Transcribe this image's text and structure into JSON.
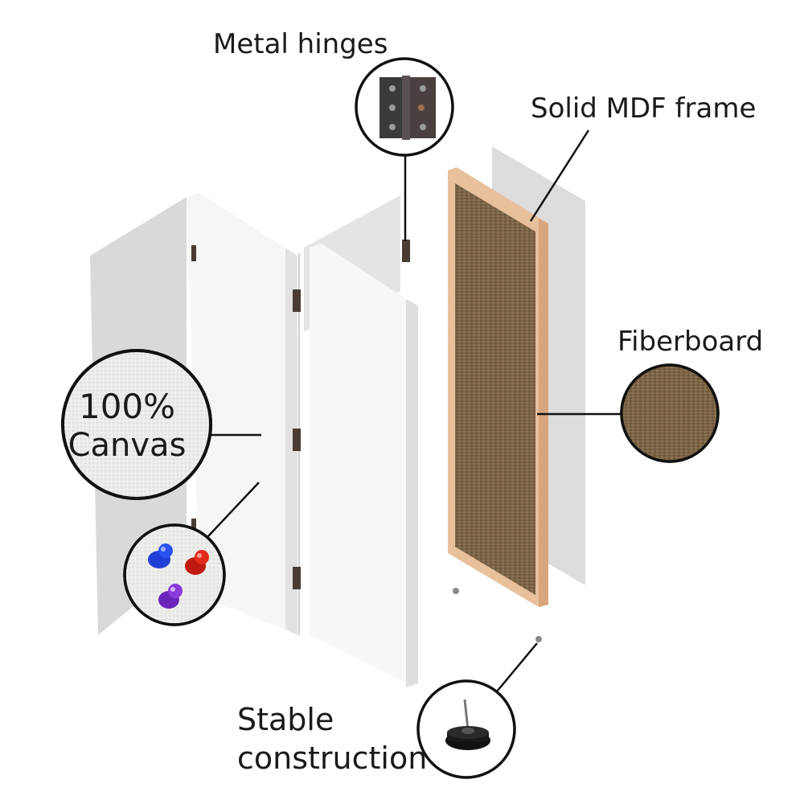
{
  "labels": {
    "metal_hinges": "Metal hinges",
    "solid_mdf_frame": "Solid MDF frame",
    "fiberboard": "Fiberboard",
    "canvas_percent": "100%",
    "canvas_word": "Canvas",
    "stable": "Stable",
    "construction": "construction"
  },
  "colors": {
    "panel_white": "#f7f7f7",
    "panel_shadow": "#d8d8d8",
    "backing_grey": "#dcdcdc",
    "mdf_frame": "#e8c09c",
    "fiberboard": "#7d6547",
    "hinge_dark": "#4a3c33",
    "callout_border": "#111111",
    "pin_blue": "#1f3fd6",
    "pin_red": "#d41e12",
    "pin_purple": "#7b2fc9",
    "canvas_texture": "#ececea"
  },
  "icons": [
    "hinge-icon",
    "fiberboard-swatch-icon",
    "canvas-swatch-icon",
    "push-pin-icon",
    "floor-glide-icon"
  ]
}
